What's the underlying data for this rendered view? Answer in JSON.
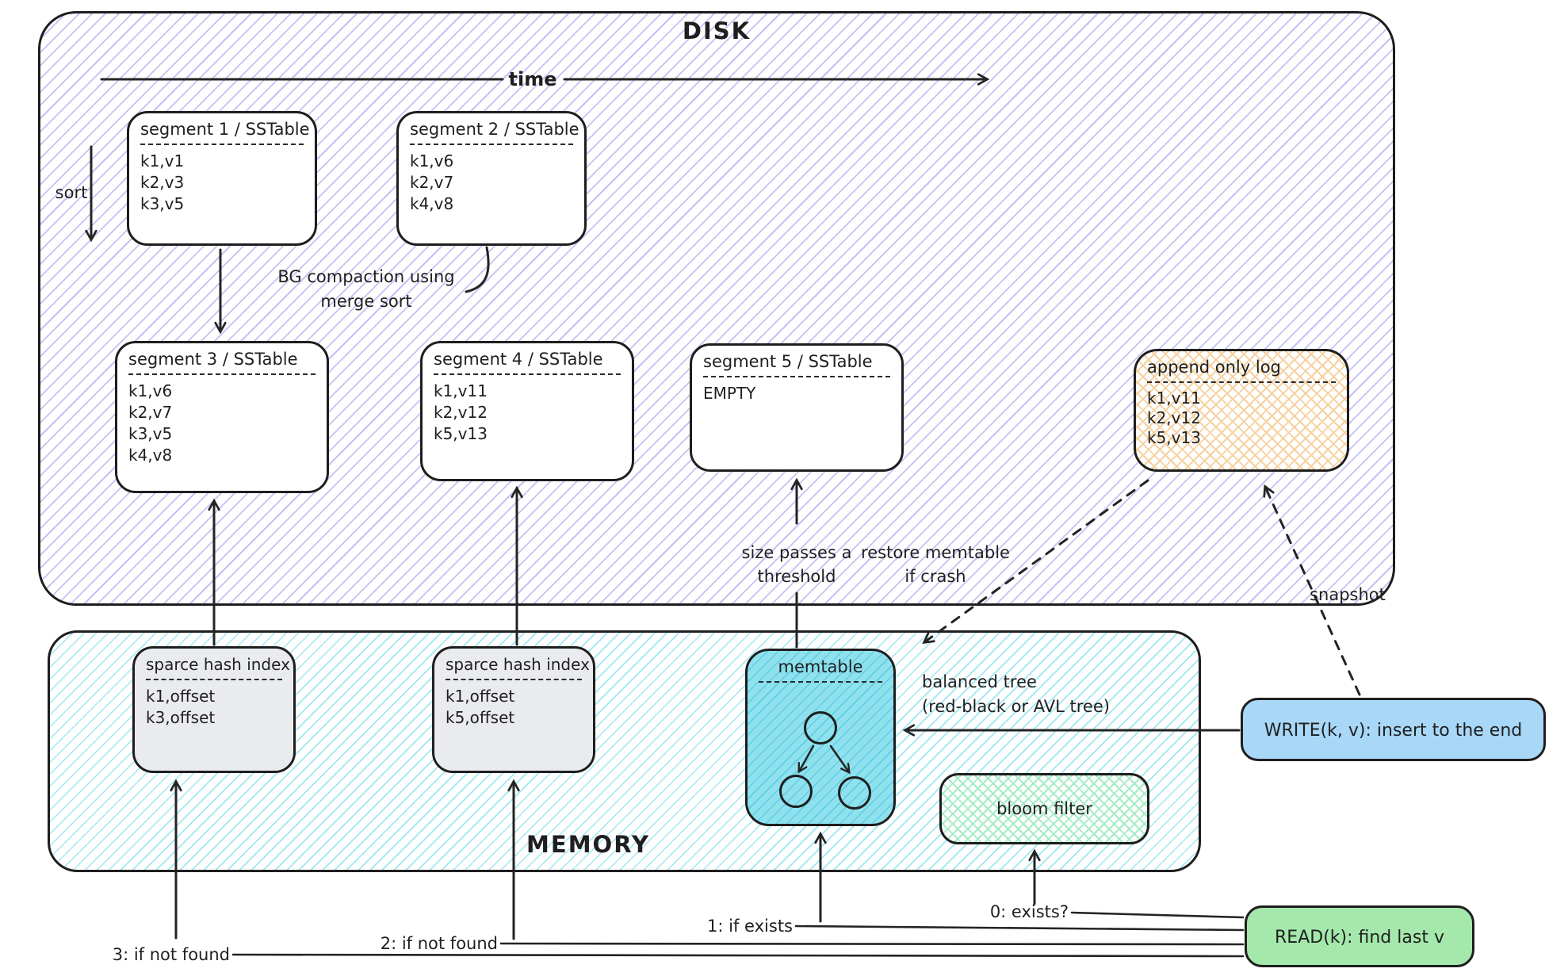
{
  "disk": {
    "title": "DISK",
    "time_label": "time",
    "sort_label": "sort",
    "segments": [
      {
        "title": "segment 1 / SSTable",
        "rows": [
          "k1,v1",
          "k2,v3",
          "k3,v5"
        ]
      },
      {
        "title": "segment 2 / SSTable",
        "rows": [
          "k1,v6",
          "k2,v7",
          "k4,v8"
        ]
      },
      {
        "title": "segment 3 / SSTable",
        "rows": [
          "k1,v6",
          "k2,v7",
          "k3,v5",
          "k4,v8"
        ]
      },
      {
        "title": "segment 4 / SSTable",
        "rows": [
          "k1,v11",
          "k2,v12",
          "k5,v13"
        ]
      },
      {
        "title": "segment 5 / SSTable",
        "rows": [
          "EMPTY"
        ]
      }
    ],
    "append_log": {
      "title": "append only log",
      "rows": [
        "k1,v11",
        "k2,v12",
        "k5,v13"
      ]
    },
    "compaction_label_line1": "BG compaction using",
    "compaction_label_line2": "merge sort",
    "threshold_label_line1": "size passes a",
    "threshold_label_line2": "threshold",
    "restore_label_line1": "restore memtable",
    "restore_label_line2": "if crash",
    "snapshot_label": "snapshot"
  },
  "memory": {
    "title": "MEMORY",
    "hash_indexes": [
      {
        "title": "sparce hash index",
        "rows": [
          "k1,offset",
          "k3,offset"
        ]
      },
      {
        "title": "sparce hash index",
        "rows": [
          "k1,offset",
          "k5,offset"
        ]
      }
    ],
    "memtable_title": "memtable",
    "balanced_tree_line1": "balanced tree",
    "balanced_tree_line2": "(red-black or AVL tree)",
    "bloom_label": "bloom filter"
  },
  "operations": {
    "write_label": "WRITE(k, v): insert to the end",
    "read_label": "READ(k): find last v",
    "read_steps": [
      "0: exists?",
      "1: if exists",
      "2: if not found",
      "3: if not found"
    ]
  },
  "colors": {
    "ink": "#1f1f1f",
    "disk_hatch": "#c7c0f6",
    "memory_hatch": "#9fe7f1",
    "append_log_hatch": "#f6d1a0",
    "memtable_fill": "#8fe1ee",
    "bloom_hatch": "#a5ecc6",
    "hash_index_fill": "#e9ebee",
    "write_fill": "#a8d7f7",
    "read_fill": "#a5e8ac"
  }
}
